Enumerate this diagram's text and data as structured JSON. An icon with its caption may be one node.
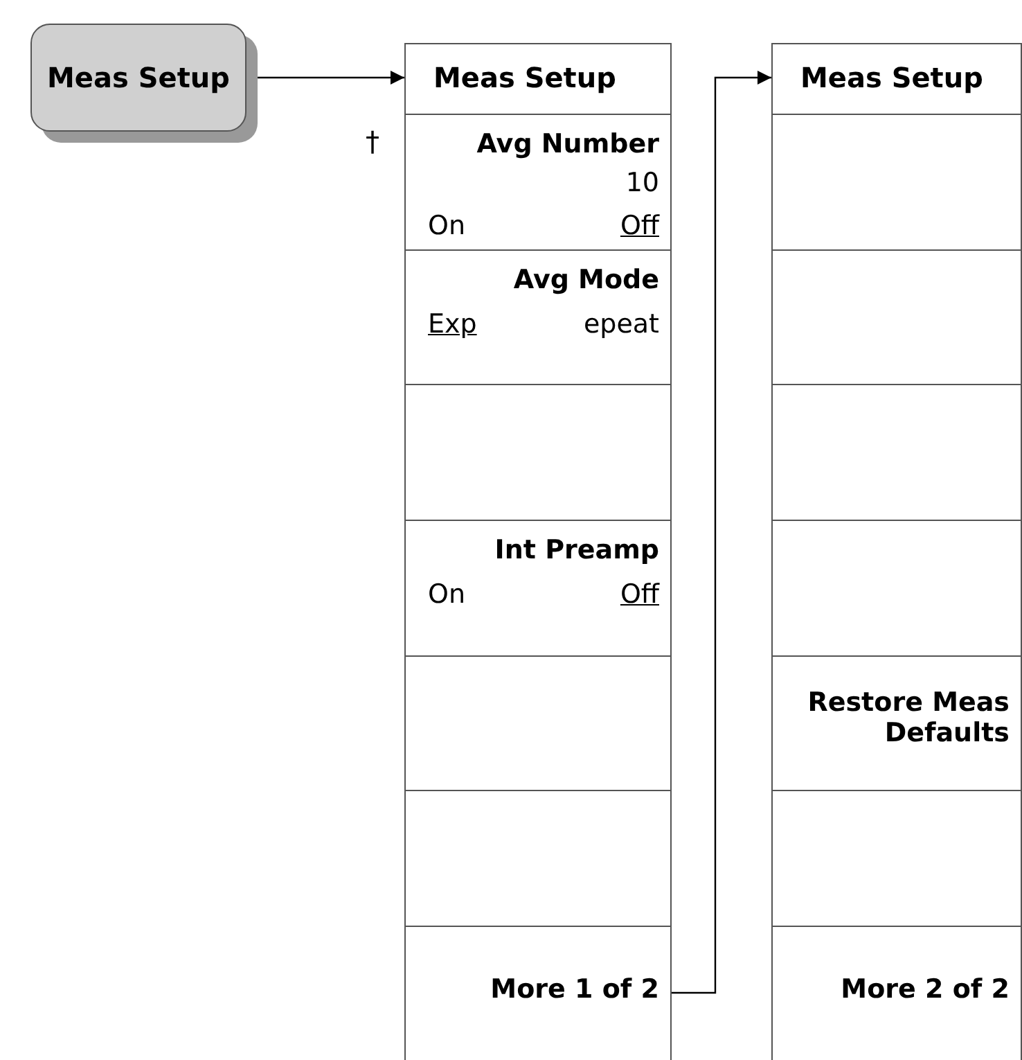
{
  "diagram": {
    "nodes": [
      {
        "text": [
          "Meas Setup"
        ]
      },
      {
        "text": [
          "Meas Setup"
        ]
      },
      {
        "text": [
          "Avg Number",
          "10",
          "On",
          "Off"
        ],
        "in": 1,
        "beside": [
          "†"
        ]
      },
      {
        "text": [
          "Avg Mode",
          "Exp",
          "epeat"
        ],
        "in": 1
      },
      {
        "text": [],
        "shape": "box",
        "in": 1
      },
      {
        "text": [
          "Int Preamp",
          "On",
          "Off"
        ],
        "in": 1
      },
      {
        "text": [],
        "shape": "box",
        "in": 1
      },
      {
        "text": [],
        "shape": "box",
        "in": 1
      },
      {
        "text": [
          "More 1 of 2"
        ],
        "in": 1
      },
      {
        "text": [
          "Meas Setup"
        ]
      },
      {
        "text": [],
        "shape": "box",
        "in": 9
      },
      {
        "text": [],
        "shape": "box",
        "in": 9
      },
      {
        "text": [],
        "shape": "box",
        "in": 9
      },
      {
        "text": [],
        "shape": "box",
        "in": 9
      },
      {
        "text": [
          "Restore Meas Defaults"
        ],
        "in": 9
      },
      {
        "text": [],
        "shape": "box",
        "in": 9
      },
      {
        "text": [
          "More 2 of 2"
        ],
        "in": 9
      }
    ],
    "edges": [
      {
        "from": 0,
        "to": 1,
        "arrow": "to"
      },
      {
        "from": 8,
        "to": 9,
        "arrow": "to"
      }
    ]
  }
}
